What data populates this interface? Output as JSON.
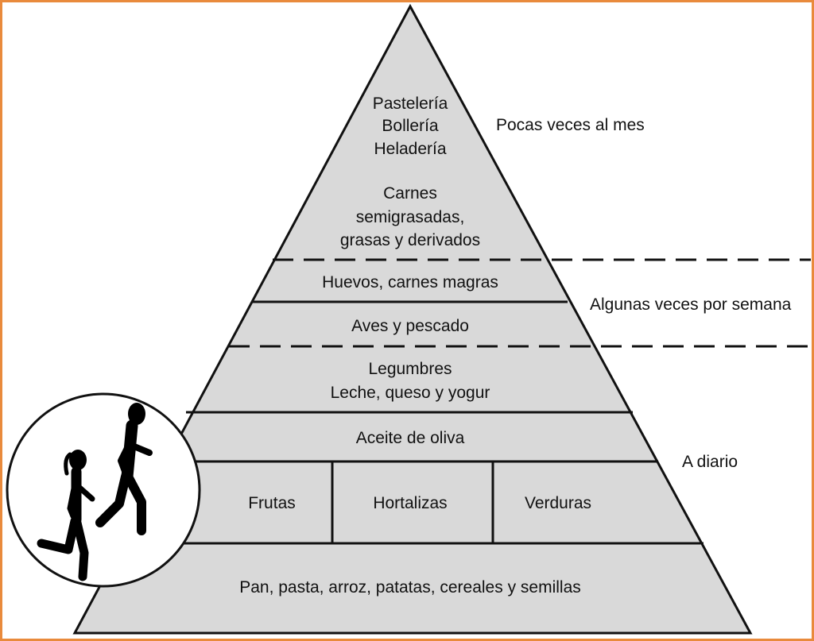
{
  "colors": {
    "frame": "#e98a3c",
    "pyramid_fill": "#d9d9d9",
    "line": "#111111",
    "background": "#ffffff"
  },
  "pyramid": {
    "tier_top": [
      "Pastelería",
      "Bollería",
      "Heladería"
    ],
    "tier_meat": [
      "Carnes",
      "semigrasadas,",
      "grasas y derivados"
    ],
    "tier_eggs": "Huevos, carnes magras",
    "tier_poultry": "Aves y pescado",
    "tier_dairy": [
      "Legumbres",
      "Leche, queso y yogur"
    ],
    "tier_oil": "Aceite de oliva",
    "tier_produce": [
      "Frutas",
      "Hortalizas",
      "Verduras"
    ],
    "tier_base": "Pan, pasta, arroz, patatas, cereales y semillas"
  },
  "frequency": {
    "monthly": "Pocas veces al mes",
    "weekly": "Algunas veces por semana",
    "daily": "A diario"
  },
  "illustration": {
    "icon": "runners-icon"
  }
}
